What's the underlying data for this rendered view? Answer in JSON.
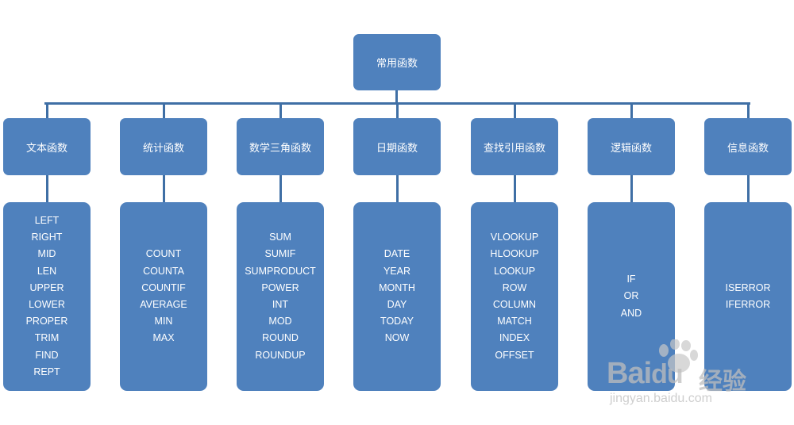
{
  "root": {
    "label": "常用函数"
  },
  "categories": [
    {
      "label": "文本函数",
      "items": [
        "LEFT",
        "RIGHT",
        "MID",
        "LEN",
        "UPPER",
        "LOWER",
        "PROPER",
        "TRIM",
        "FIND",
        "REPT"
      ]
    },
    {
      "label": "统计函数",
      "items": [
        "COUNT",
        "COUNTA",
        "COUNTIF",
        "AVERAGE",
        "MIN",
        "MAX"
      ]
    },
    {
      "label": "数学三角函数",
      "items": [
        "SUM",
        "SUMIF",
        "SUMPRODUCT",
        "POWER",
        "INT",
        "MOD",
        "ROUND",
        "ROUNDUP"
      ]
    },
    {
      "label": "日期函数",
      "items": [
        "DATE",
        "YEAR",
        "MONTH",
        "DAY",
        "TODAY",
        "NOW"
      ]
    },
    {
      "label": "查找引用函数",
      "items": [
        "VLOOKUP",
        "HLOOKUP",
        "LOOKUP",
        "ROW",
        "COLUMN",
        "MATCH",
        "INDEX",
        "OFFSET"
      ]
    },
    {
      "label": "逻辑函数",
      "items": [
        "IF",
        "OR",
        "AND"
      ]
    },
    {
      "label": "信息函数",
      "items": [
        "ISERROR",
        "IFERROR"
      ]
    }
  ],
  "watermark": {
    "brand": "Bai",
    "brand_suffix": "经验",
    "url": "jingyan.baidu.com"
  },
  "colors": {
    "box": "#4f81bd",
    "line": "#3f6fa5",
    "text": "#ffffff"
  }
}
